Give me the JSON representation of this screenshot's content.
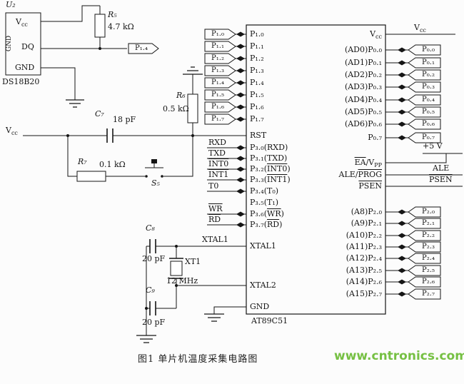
{
  "caption": "图1  单片机温度采集电路图",
  "watermark": "www.cntronics.com",
  "power": {
    "vcc_base": "V",
    "vcc_sub": "cc",
    "plus5v": "+5 V"
  },
  "sensor": {
    "designator": "U₂",
    "name": "DS18B20",
    "pin_dq": "DQ",
    "pin_gnd": "GND",
    "side_label": "GND"
  },
  "components": {
    "r5": {
      "name": "R₅",
      "value": "4.7 kΩ"
    },
    "r6": {
      "name": "R₆",
      "value": "0.5 kΩ"
    },
    "r7": {
      "name": "R₇",
      "value": "0.1 kΩ"
    },
    "c7": {
      "name": "C₇",
      "value": "18 pF"
    },
    "c8": {
      "name": "C₈",
      "value": "20 pF"
    },
    "c9": {
      "name": "C₉",
      "value": "20 pF"
    },
    "xt1": {
      "name": "XT1",
      "value": "12 MHz"
    },
    "s5": {
      "name": "S₅"
    }
  },
  "ic": {
    "name": "AT89C51",
    "left_pins": [
      {
        "pre": "P₁.₀"
      },
      {
        "pre": "P₁.₁"
      },
      {
        "pre": "P₁.₂"
      },
      {
        "pre": "P₁.₃"
      },
      {
        "pre": "P₁.₄"
      },
      {
        "pre": "P₁.₅"
      },
      {
        "pre": "P₁.₆"
      },
      {
        "pre": "P₁.₇"
      },
      {
        "pre": "RST"
      },
      {
        "pre": "P₃.₀(RXD)"
      },
      {
        "pre": "P₃.₁(TXD)"
      },
      {
        "pre": "P₃.₂(",
        "bar": "INT0",
        "post": ")"
      },
      {
        "pre": "P₃.₃(",
        "bar": "INT1",
        "post": ")"
      },
      {
        "pre": "P₃.₄(T₀)"
      },
      {
        "pre": "P₃.₅(T₁)"
      },
      {
        "pre": "P₃.₆(",
        "bar": "WR",
        "post": ")"
      },
      {
        "pre": "P₃.₇(",
        "bar": "RD",
        "post": ")"
      },
      {
        "pre": "XTAL1"
      },
      {
        "pre": "XTAL2"
      },
      {
        "pre": "GND"
      }
    ],
    "right_pins": [
      {
        "pre": "(AD0)P₀.₀"
      },
      {
        "pre": "(AD1)P₀.₁"
      },
      {
        "pre": "(AD2)P₀.₂"
      },
      {
        "pre": "(AD3)P₀.₃"
      },
      {
        "pre": "(AD4)P₀.₄"
      },
      {
        "pre": "(AD5)P₀.₅"
      },
      {
        "pre": "(AD6)P₀.₆"
      },
      {
        "pre": "P₀.₇"
      },
      {
        "bar": "EA",
        "mid": "/V",
        "sub": "PP"
      },
      {
        "pre": "ALE/",
        "bar": "PROG"
      },
      {
        "bar": "PSEN"
      },
      {
        "pre": "(A8)P₂.₀"
      },
      {
        "pre": "(A9)P₂.₁"
      },
      {
        "pre": "(A10)P₂.₂"
      },
      {
        "pre": "(A11)P₂.₃"
      },
      {
        "pre": "(A12)P₂.₄"
      },
      {
        "pre": "(A13)P₂.₅"
      },
      {
        "pre": "(A14)P₂.₆"
      },
      {
        "pre": "(A15)P₂.₇"
      }
    ]
  },
  "external": {
    "p1_flags": [
      "P₁.₀",
      "P₁.₁",
      "P₁.₂",
      "P₁.₃",
      "P₁.₄",
      "P₁.₅",
      "P₁.₆",
      "P₁.₇"
    ],
    "p14_flag": "P₁.₄",
    "signals": [
      "RXD",
      "TXD",
      "INT0",
      "INT1",
      "T0",
      "WR",
      "RD"
    ],
    "xtal1": "XTAL1",
    "p0_flags": [
      "P₀.₀",
      "P₀.₁",
      "P₀.₂",
      "P₀.₃",
      "P₀.₄",
      "P₀.₅",
      "P₀.₆",
      "P₀.₇"
    ],
    "p2_flags": [
      "P₂.₀",
      "P₂.₁",
      "P₂.₂",
      "P₂.₃",
      "P₂.₄",
      "P₂.₅",
      "P₂.₆",
      "P₂.₇"
    ],
    "ale": "ALE",
    "psen": "PSEN"
  }
}
